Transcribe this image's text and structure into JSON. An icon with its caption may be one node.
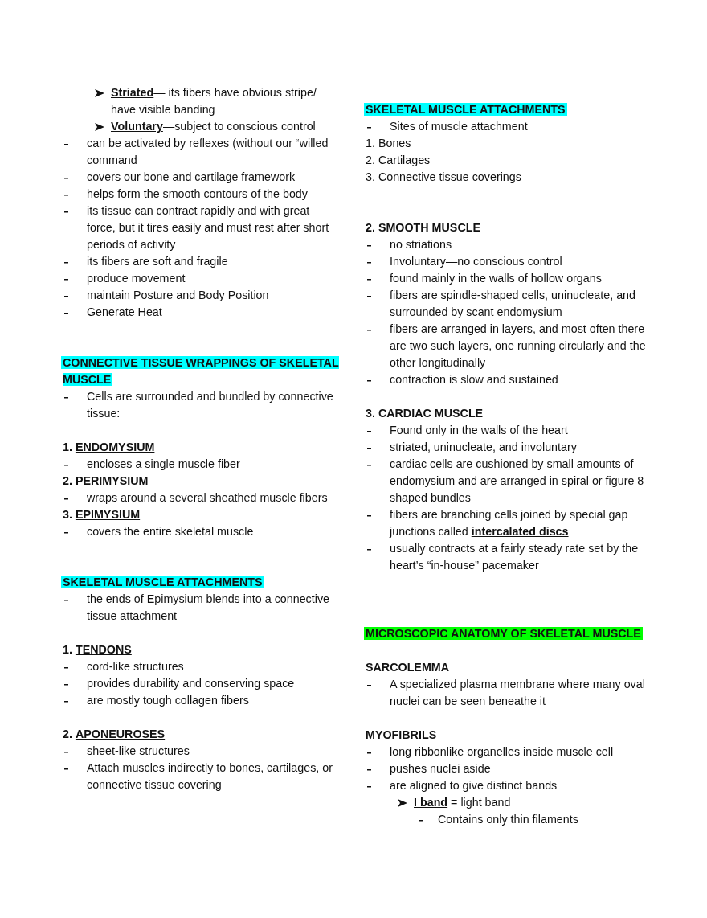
{
  "diagram": {
    "labels": [
      "**Striated**— its fibers have obvious stripe/ have visible banding",
      "**Voluntary**—subject to conscious control",
      "can be activated by reflexes (without our “willed command",
      "covers our bone and cartilage framework",
      "helps form the smooth contours of the body",
      "its tissue can contract rapidly and with great force, but it tires easily and must rest after short periods of activity",
      "its fibers are soft and fragile",
      "produce movement",
      "maintain Posture and Body Position",
      "Generate Heat",
      "CONNECTIVE TISSUE WRAPPINGS OF SKELETAL MUSCLE",
      "Cells are surrounded and bundled by connective tissue:",
      "1. **ENDOMYSIUM**",
      "encloses a single muscle fiber",
      "2. **PERIMYSIUM**",
      "wraps around a several sheathed muscle fibers",
      "3. **EPIMYSIUM**",
      "covers the entire skeletal muscle",
      "SKELETAL MUSCLE ATTACHMENTS",
      "the ends of Epimysium blends into a connective tissue attachment",
      "1. **TENDONS**",
      "cord-like structures",
      "provides durability and conserving space",
      "are mostly tough collagen fibers",
      "2. **APONEUROSES**",
      "sheet-like structures",
      "Attach muscles indirectly to bones, cartilages, or connective tissue covering",
      "SKELETAL MUSCLE ATTACHMENTS",
      "Sites of muscle attachment",
      "1. Bones",
      "2. Cartilages",
      "3. Connective tissue coverings",
      "2. SMOOTH MUSCLE",
      "no striations",
      "Involuntary—no conscious control",
      "found mainly in the walls of hollow organs",
      "fibers are spindle-shaped cells, uninucleate, and surrounded by scant endomysium",
      "fibers are arranged in layers, and most often there are two such layers, one running circularly and the other longitudinally",
      "contraction is slow and sustained",
      "3. CARDIAC MUSCLE",
      "Found only in the walls of the heart",
      "striated, uninucleate, and involuntary",
      "cardiac cells are cushioned by small amounts of endomysium and are arranged in spiral or figure 8–shaped bundles",
      "fibers are branching cells joined by special gap junctions called **intercalated discs**",
      "usually contracts at a fairly steady rate set by the heart’s “in-house” pacemaker",
      "MICROSCOPIC ANATOMY OF SKELETAL MUSCLE",
      "SARCOLEMMA",
      "A specialized plasma membrane where many oval nuclei can be seen beneathe it",
      "MYOFIBRILS",
      "long ribbonlike organelles inside muscle cell",
      "pushes nuclei aside",
      "are aligned to give distinct bands",
      "**I band** = light band",
      "Contains only thin filaments"
    ]
  }
}
